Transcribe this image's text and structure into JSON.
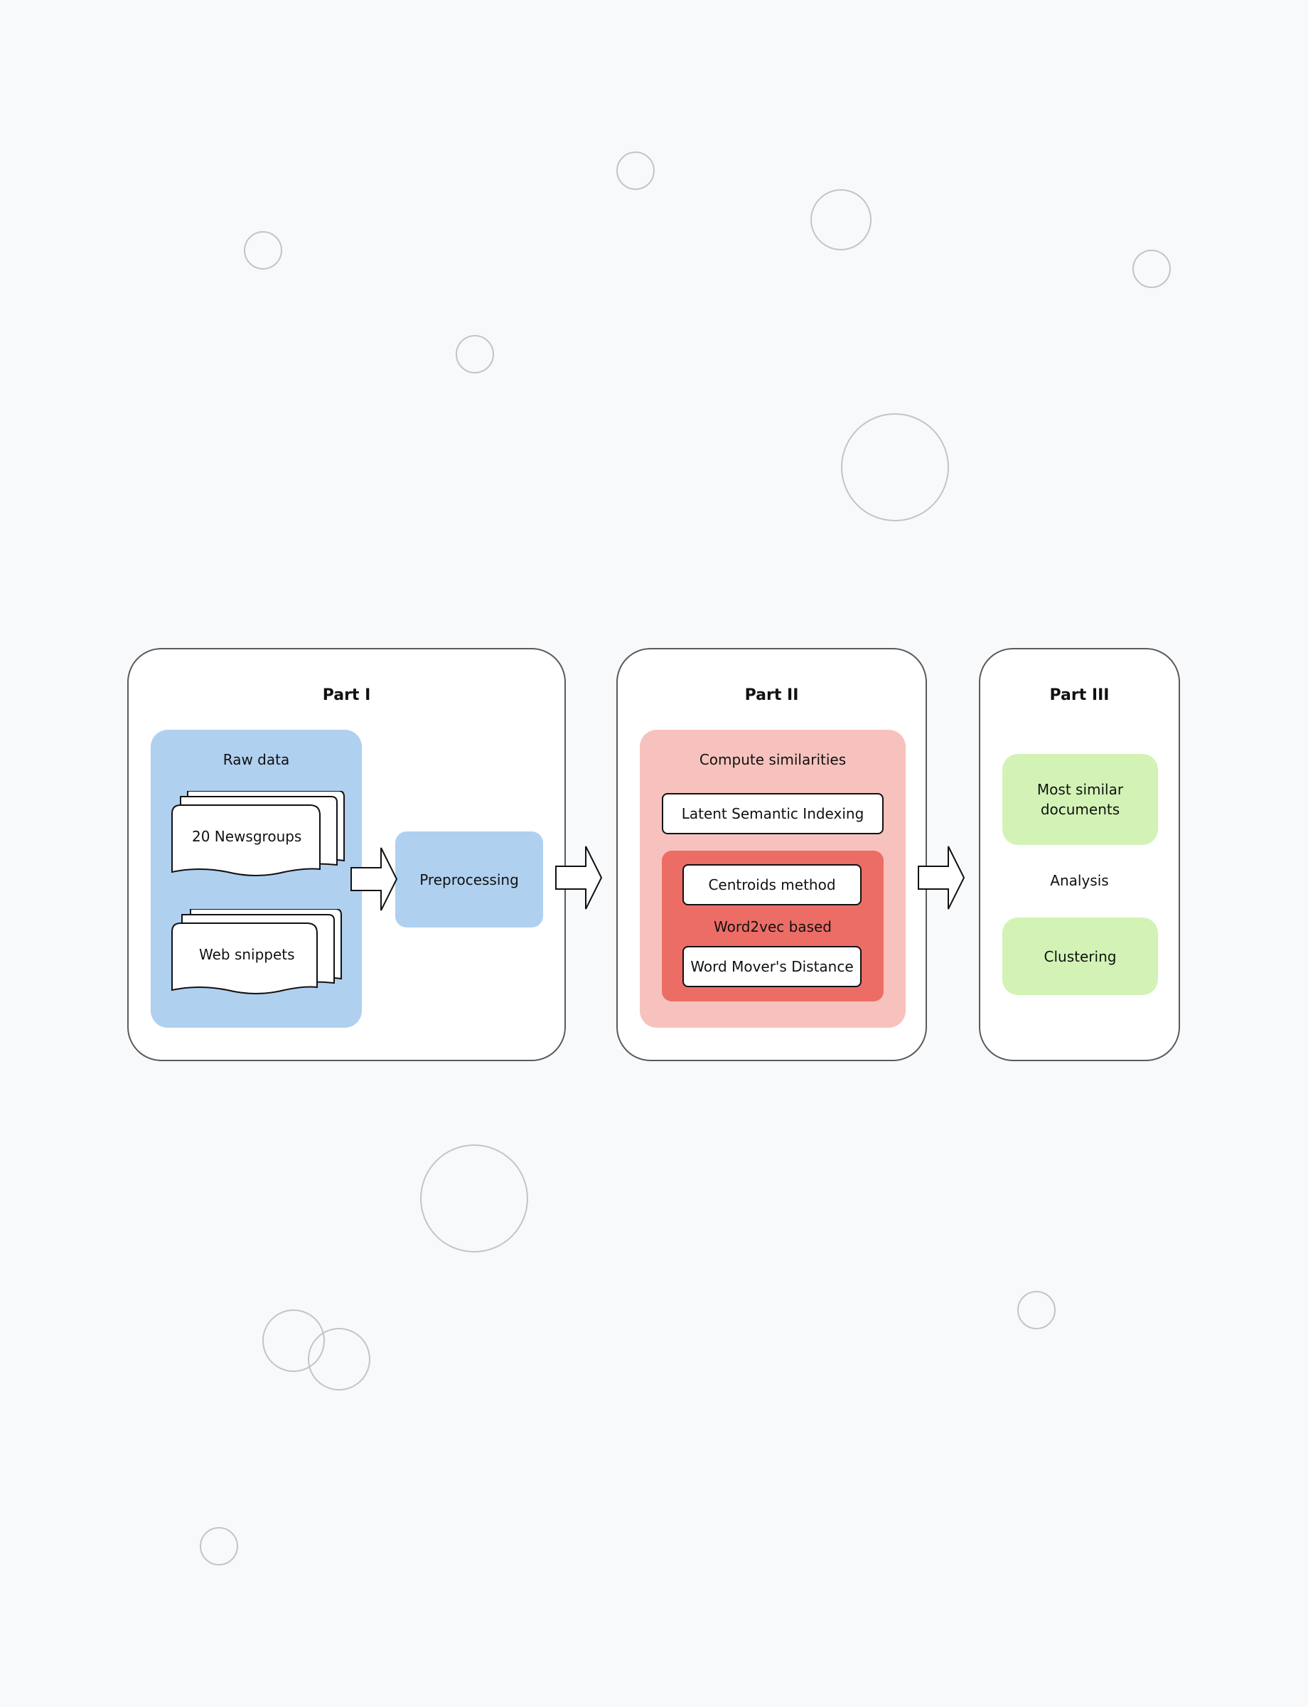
{
  "part1": {
    "title": "Part I",
    "raw_data_label": "Raw data",
    "doc1_label": "20 Newsgroups",
    "doc2_label": "Web snippets",
    "preprocessing_label": "Preprocessing"
  },
  "part2": {
    "title": "Part II",
    "compute_label": "Compute similarities",
    "lsi_label": "Latent Semantic Indexing",
    "centroids_label": "Centroids method",
    "w2v_label": "Word2vec based",
    "wmd_label": "Word Mover's Distance"
  },
  "part3": {
    "title": "Part III",
    "most_similar_label": "Most similar documents",
    "analysis_label": "Analysis",
    "clustering_label": "Clustering"
  },
  "colors": {
    "blue": "#b0d0ef",
    "pink": "#f7c2bd",
    "red": "#ec6d66",
    "green": "#d2f3b5"
  }
}
